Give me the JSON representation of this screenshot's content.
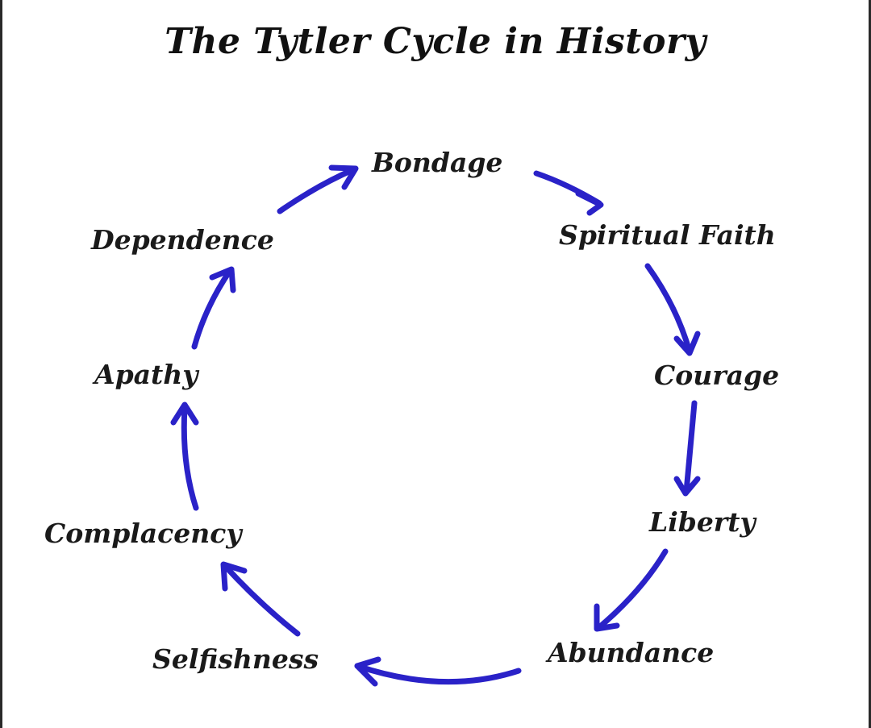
{
  "title": "The Tytler Cycle in History",
  "accent_color": "#2a22c8",
  "nodes": [
    {
      "label": "Bondage"
    },
    {
      "label": "Spiritual Faith"
    },
    {
      "label": "Courage"
    },
    {
      "label": "Liberty"
    },
    {
      "label": "Abundance"
    },
    {
      "label": "Selfishness"
    },
    {
      "label": "Complacency"
    },
    {
      "label": "Apathy"
    },
    {
      "label": "Dependence"
    }
  ]
}
